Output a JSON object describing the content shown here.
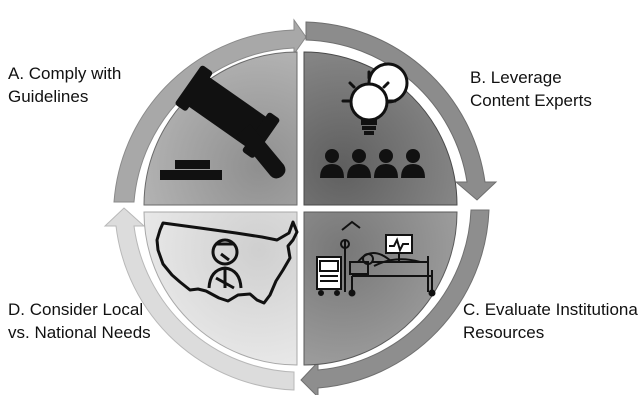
{
  "quadrants": [
    {
      "id": "a",
      "lines": [
        "A. Comply with",
        "Guidelines"
      ],
      "icon": "gavel-icon",
      "fill": "#9e9e9e"
    },
    {
      "id": "b",
      "lines": [
        "B. Leverage",
        "Content Experts"
      ],
      "icon": "lightbulb-audience-icon",
      "fill": "#767676"
    },
    {
      "id": "c",
      "lines": [
        "C. Evaluate Institutional",
        "Resources"
      ],
      "icon": "hospital-bed-icon",
      "fill": "#8a8a8a"
    },
    {
      "id": "d",
      "lines": [
        "D. Consider Local",
        "vs. National Needs"
      ],
      "icon": "usa-map-patient-icon",
      "fill": "#d9d9d9"
    }
  ],
  "colors": {
    "icon": "#111111",
    "outline": "#5a5a5a"
  }
}
